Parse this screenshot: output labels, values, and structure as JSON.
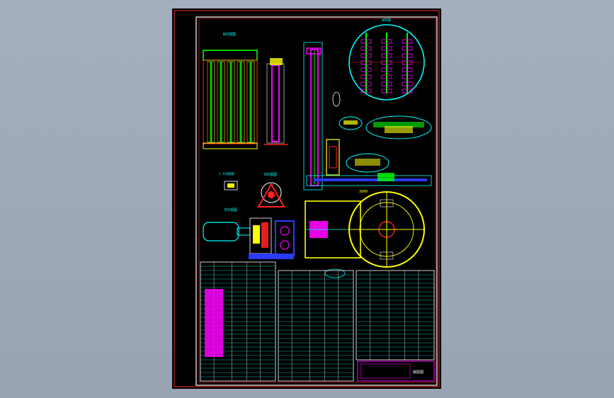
{
  "drawing": {
    "view_labels": {
      "top_left": "B向视图",
      "middle": "D向视图",
      "small_left": "I-I向视图",
      "lower_left": "E向视图",
      "circle_top": "A向视"
    },
    "dimension_text": "3000",
    "title_block_mark": "装配图"
  },
  "colors": {
    "background": "#9ea9ba",
    "paper": "#000000",
    "frame": "#ff2a2a",
    "cyan": "#00ffff",
    "yellow": "#ffff00",
    "magenta": "#ff00ff",
    "green": "#00ff00",
    "blue": "#2a3cff",
    "white": "#ffffff",
    "red": "#ff2020"
  }
}
